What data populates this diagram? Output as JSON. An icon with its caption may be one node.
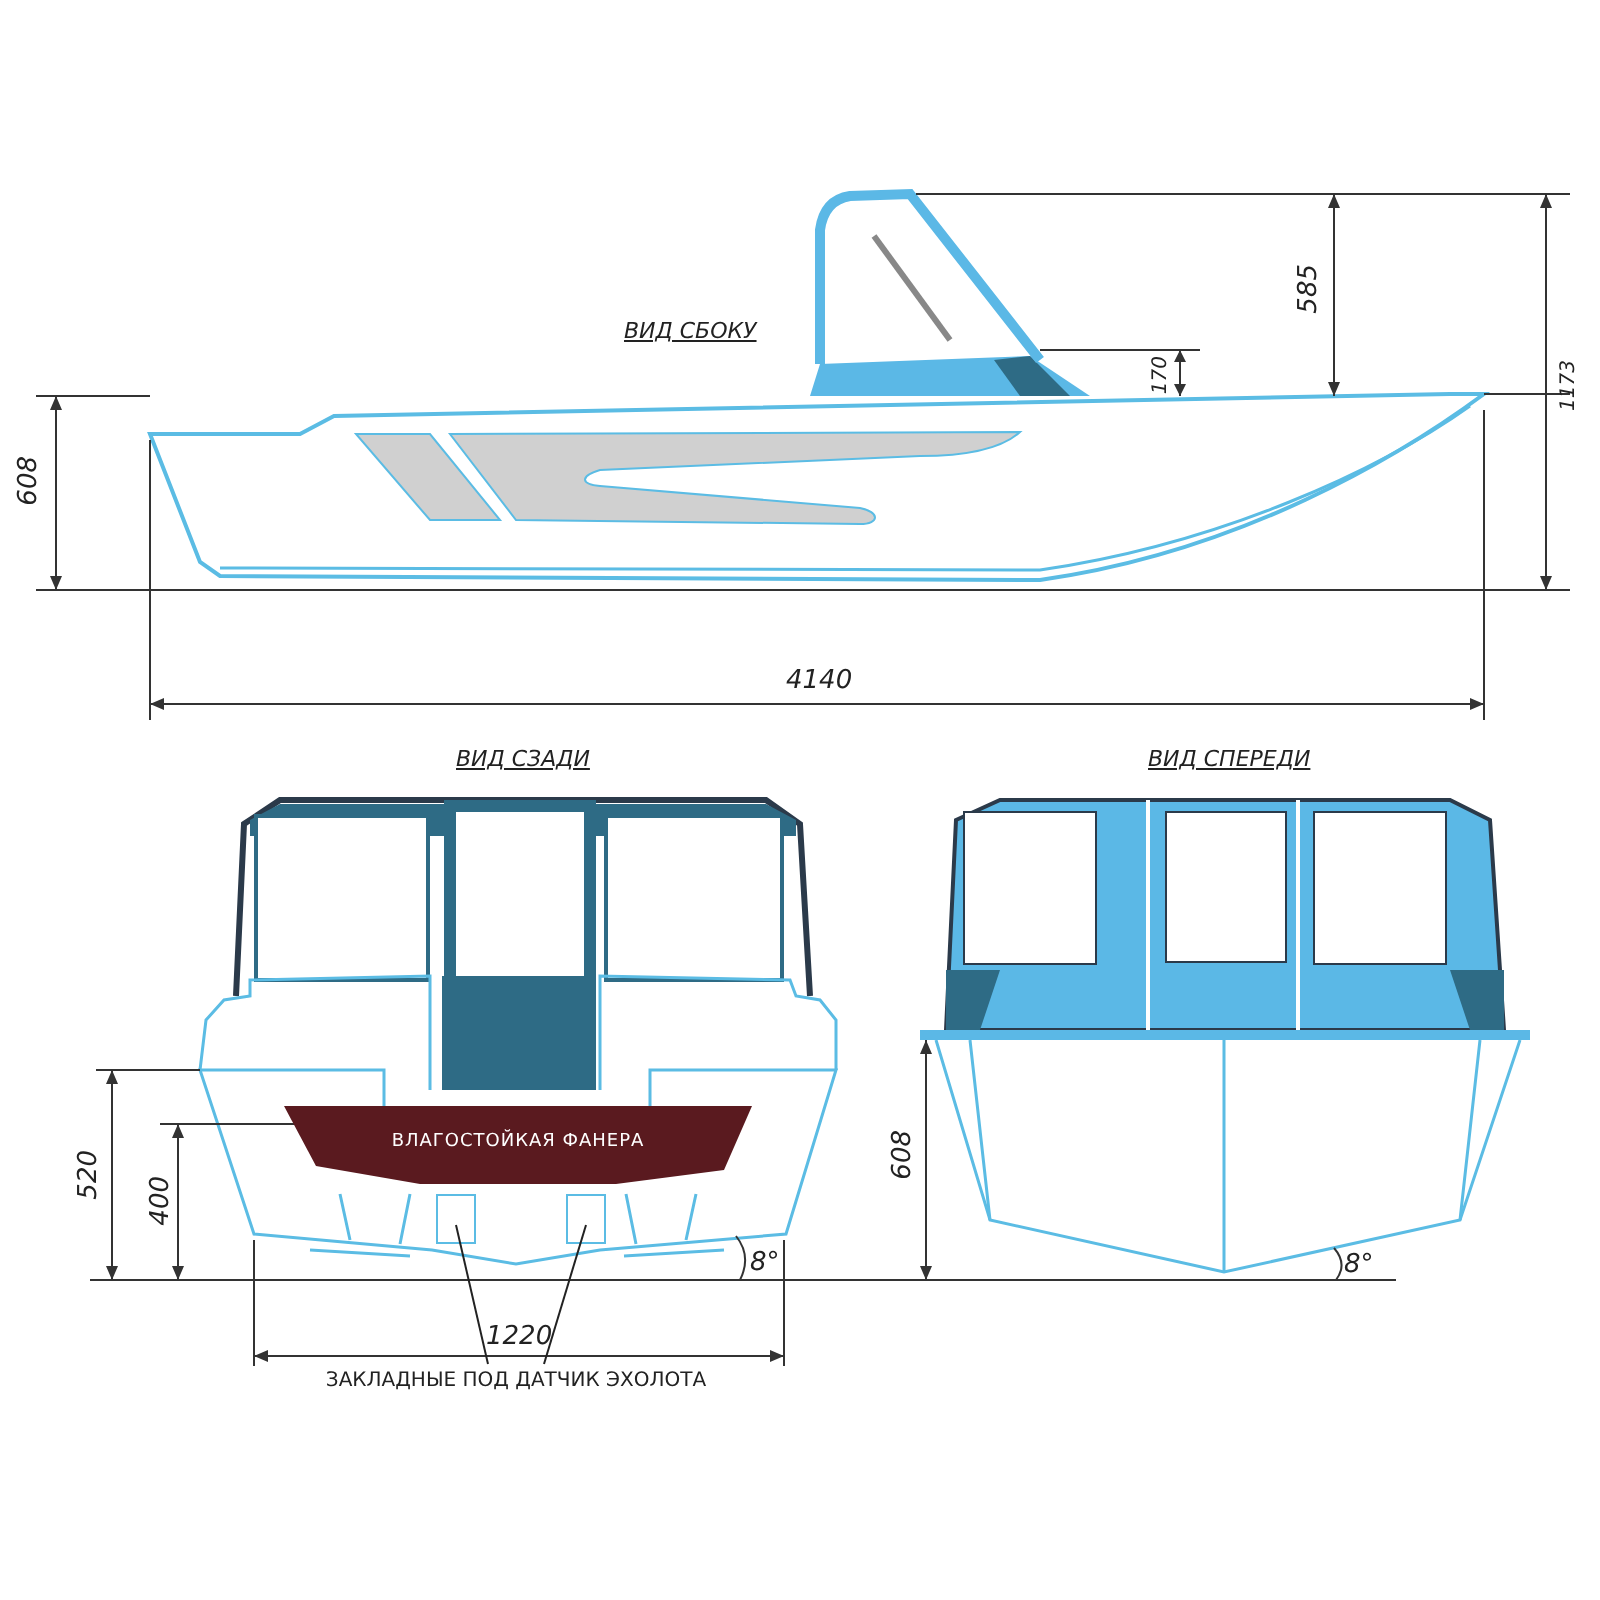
{
  "diagram": {
    "nodes": [
      {
        "text": [
          "ВЛАГОСТОЙКАЯ ФАНЕРА"
        ]
      },
      {
        "text": [],
        "shape": "box"
      },
      {
        "text": [],
        "shape": "box"
      },
      {
        "text": [
          "ЗАКЛАДНЫЕ ПОД ДАТЧИК ЭХОЛОТА"
        ]
      }
    ],
    "edges": [
      {
        "from": 3,
        "to": 1,
        "arrow": "none"
      },
      {
        "from": 3,
        "to": 2,
        "arrow": "none"
      }
    ],
    "labels": [
      "585",
      "ВИД СБОКУ",
      "170",
      "1173",
      "608",
      "4140",
      "ВИД СЗАДИ",
      "ВИД СПЕРЕДИ",
      "520",
      "400",
      "608",
      "8°",
      "8°",
      "1220"
    ]
  }
}
